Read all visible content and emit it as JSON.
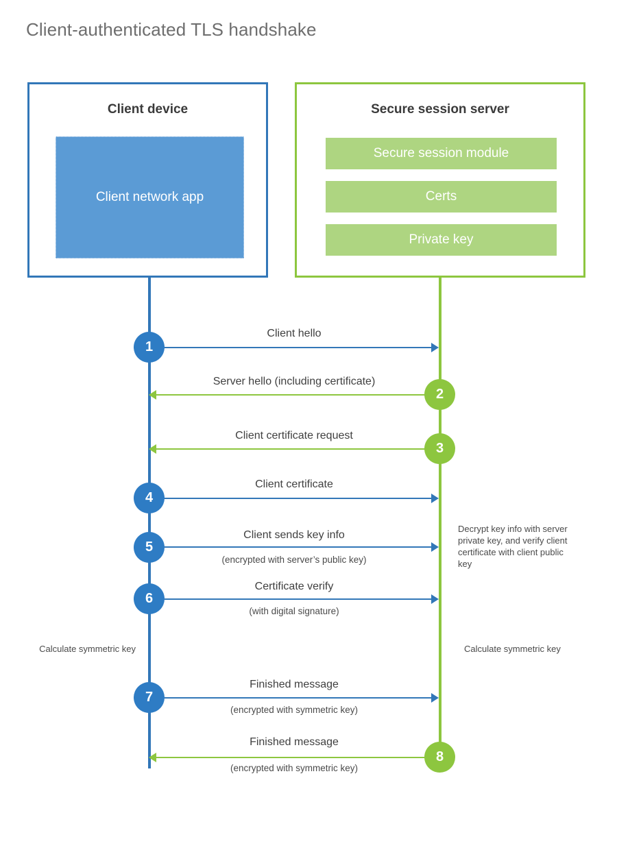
{
  "page": {
    "title": "Client-authenticated TLS handshake",
    "background": "#ffffff"
  },
  "colors": {
    "client_blue": "#3277b8",
    "client_circle_blue": "#2e7cc4",
    "client_app_fill": "#5b9bd5",
    "server_green": "#8dc63f",
    "server_bar_fill": "#aed581",
    "title_gray": "#6e6e6e",
    "text_dark": "#3a3a3a"
  },
  "participants": [
    {
      "id": "client",
      "title": "Client device",
      "accent": "#3277b8",
      "inner_blocks": [
        {
          "label": "Client network app",
          "style": "solid-blue"
        }
      ]
    },
    {
      "id": "server",
      "title": "Secure session server",
      "accent": "#8dc63f",
      "inner_blocks": [
        {
          "label": "Secure session module",
          "style": "green-bar"
        },
        {
          "label": "Certs",
          "style": "green-bar"
        },
        {
          "label": "Private key",
          "style": "green-bar"
        }
      ]
    }
  ],
  "steps": [
    {
      "number": "1",
      "label": "Client hello",
      "sublabel": "",
      "direction": "client-to-server",
      "color": "blue"
    },
    {
      "number": "2",
      "label": "Server hello (including certificate)",
      "sublabel": "",
      "direction": "server-to-client",
      "color": "green"
    },
    {
      "number": "3",
      "label": "Client certificate request",
      "sublabel": "",
      "direction": "server-to-client",
      "color": "green"
    },
    {
      "number": "4",
      "label": "Client certificate",
      "sublabel": "",
      "direction": "client-to-server",
      "color": "blue"
    },
    {
      "number": "5",
      "label": "Client sends key info",
      "sublabel": "(encrypted with server’s public key)",
      "direction": "client-to-server",
      "color": "blue"
    },
    {
      "number": "6",
      "label": "Certificate verify",
      "sublabel": "(with digital signature)",
      "direction": "client-to-server",
      "color": "blue"
    },
    {
      "number": "7",
      "label": "Finished message",
      "sublabel": "(encrypted with symmetric key)",
      "direction": "client-to-server",
      "color": "blue"
    },
    {
      "number": "8",
      "label": "Finished message",
      "sublabel": "(encrypted with symmetric key)",
      "direction": "server-to-client",
      "color": "green"
    }
  ],
  "annotations": {
    "decrypt_note": "Decrypt key info with server private key, and verify client certificate with client public key",
    "calculate_client": "Calculate symmetric key",
    "calculate_server": "Calculate symmetric key"
  }
}
